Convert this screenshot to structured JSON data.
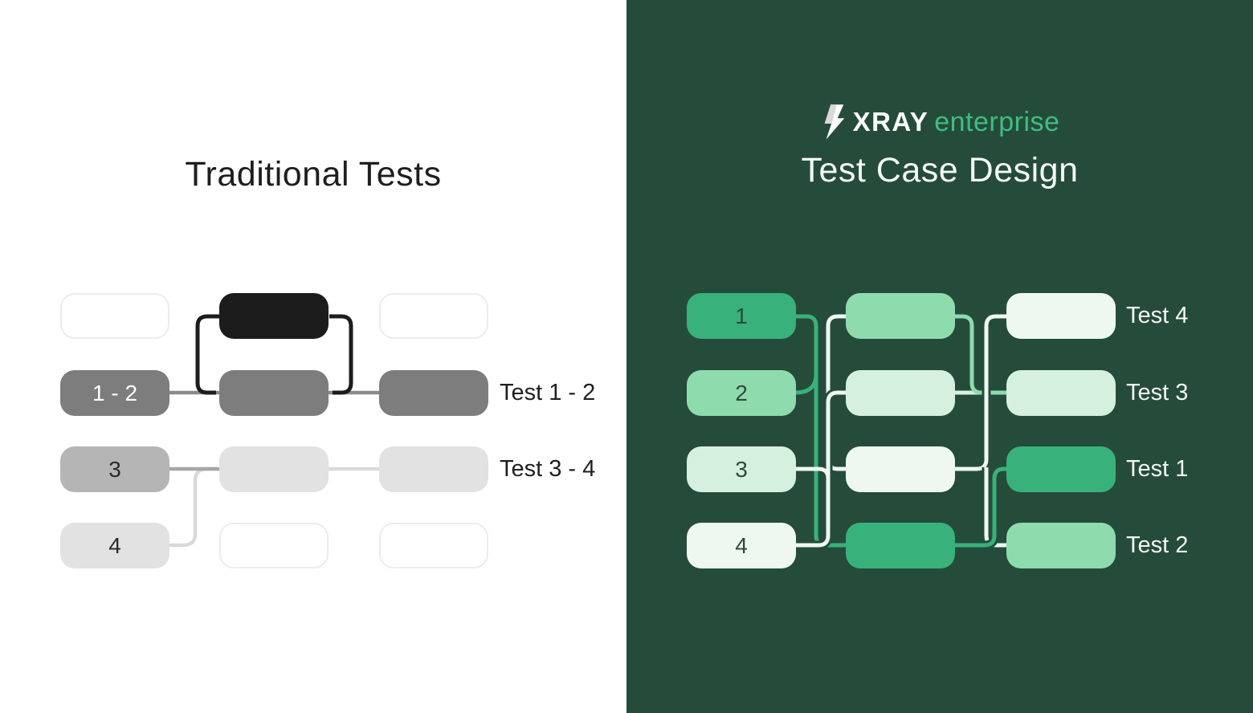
{
  "left": {
    "title": "Traditional Tests",
    "pills": [
      {
        "row": 0,
        "col": 0,
        "shade": "outline",
        "label": ""
      },
      {
        "row": 0,
        "col": 1,
        "shade": "black",
        "label": ""
      },
      {
        "row": 0,
        "col": 2,
        "shade": "outline",
        "label": ""
      },
      {
        "row": 1,
        "col": 0,
        "shade": "gray_dark",
        "label": "1 - 2"
      },
      {
        "row": 1,
        "col": 1,
        "shade": "gray_dark",
        "label": ""
      },
      {
        "row": 1,
        "col": 2,
        "shade": "gray_dark",
        "label": ""
      },
      {
        "row": 2,
        "col": 0,
        "shade": "gray_mid",
        "label": "3"
      },
      {
        "row": 2,
        "col": 1,
        "shade": "gray_light",
        "label": ""
      },
      {
        "row": 2,
        "col": 2,
        "shade": "gray_light",
        "label": ""
      },
      {
        "row": 3,
        "col": 0,
        "shade": "gray_light",
        "label": "4"
      },
      {
        "row": 3,
        "col": 1,
        "shade": "outline",
        "label": ""
      },
      {
        "row": 3,
        "col": 2,
        "shade": "outline",
        "label": ""
      }
    ],
    "row_labels": [
      {
        "label": "Test 1 - 2",
        "row": 1
      },
      {
        "label": "Test 3 - 4",
        "row": 2
      }
    ]
  },
  "right": {
    "logo": {
      "brand": "XRAY",
      "suffix": "enterprise",
      "bolt_icon": "lightning-bolt"
    },
    "title": "Test Case Design",
    "pills": [
      {
        "row": 0,
        "col": 0,
        "shade": "green_a",
        "label": "1"
      },
      {
        "row": 0,
        "col": 1,
        "shade": "green_b",
        "label": ""
      },
      {
        "row": 0,
        "col": 2,
        "shade": "green_d",
        "label": ""
      },
      {
        "row": 1,
        "col": 0,
        "shade": "green_b",
        "label": "2"
      },
      {
        "row": 1,
        "col": 1,
        "shade": "green_c",
        "label": ""
      },
      {
        "row": 1,
        "col": 2,
        "shade": "green_c",
        "label": ""
      },
      {
        "row": 2,
        "col": 0,
        "shade": "green_c",
        "label": "3"
      },
      {
        "row": 2,
        "col": 1,
        "shade": "green_d",
        "label": ""
      },
      {
        "row": 2,
        "col": 2,
        "shade": "green_a",
        "label": ""
      },
      {
        "row": 3,
        "col": 0,
        "shade": "green_d",
        "label": "4"
      },
      {
        "row": 3,
        "col": 1,
        "shade": "green_a",
        "label": ""
      },
      {
        "row": 3,
        "col": 2,
        "shade": "green_b",
        "label": ""
      }
    ],
    "row_labels": [
      {
        "label": "Test 4",
        "row": 0
      },
      {
        "label": "Test 3",
        "row": 1
      },
      {
        "label": "Test 1",
        "row": 2
      },
      {
        "label": "Test 2",
        "row": 3
      }
    ]
  },
  "colors": {
    "panel_bg_left": "#ffffff",
    "panel_bg_right": "#254c3a",
    "title_left_text": "#1e1e1e",
    "title_right_text": "#f5faf7",
    "logo_brand_text": "#ffffff",
    "logo_suffix_text": "#3fbd82",
    "bolt_white": "#ffffff",
    "bolt_shade": "#d9d9d9",
    "green_a": "#38b27a",
    "green_b": "#8edbae",
    "green_c": "#d5f0df",
    "green_d": "#eef8f1",
    "pill_text_right": "#2d4a3c",
    "black": "#1c1c1c",
    "gray_dark": "#7d7d7d",
    "gray_mid": "#b5b5b5",
    "gray_light": "#e2e2e2",
    "outline_border": "#ececec",
    "pill_text_left_dark": "#2b2b2b",
    "pill_text_left_light": "#ffffff",
    "label_left_text": "#1f1f1f",
    "label_right_text": "#f2f8f4",
    "line_black": "#1c1c1c",
    "line_gray": "#8a8a8a",
    "line_gray_mid": "#a6a6a6",
    "line_gray_light": "#d9d9d9",
    "line_green_a": "#38b27a",
    "line_green_b": "#8edbae",
    "line_green_c": "#d5f0df",
    "line_white": "#eef8f1"
  }
}
